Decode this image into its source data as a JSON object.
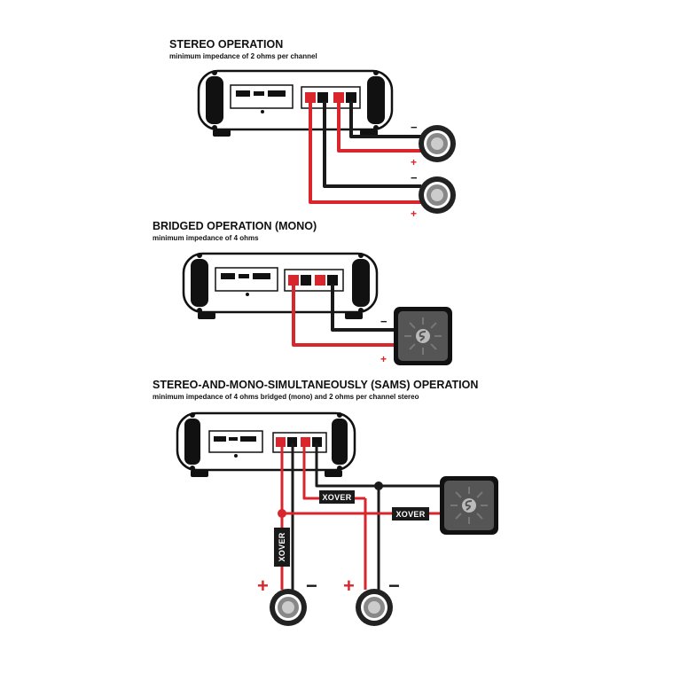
{
  "sections": {
    "stereo": {
      "title": "STEREO OPERATION",
      "subtitle": "minimum impedance of 2 ohms per channel"
    },
    "bridged": {
      "title": "BRIDGED OPERATION (MONO)",
      "subtitle": "minimum impedance of 4 ohms"
    },
    "sams": {
      "title": "STEREO-AND-MONO-SIMULTANEOUSLY (SAMS) OPERATION",
      "subtitle": "minimum impedance of 4 ohms bridged (mono) and 2 ohms per channel stereo"
    }
  },
  "labels": {
    "plus": "+",
    "minus": "−",
    "xover": "XOVER"
  },
  "colors": {
    "positive_wire": "#d9262c",
    "negative_wire": "#1a1a1a",
    "amp_fill": "#ffffff",
    "sub_fill": "#555555"
  }
}
